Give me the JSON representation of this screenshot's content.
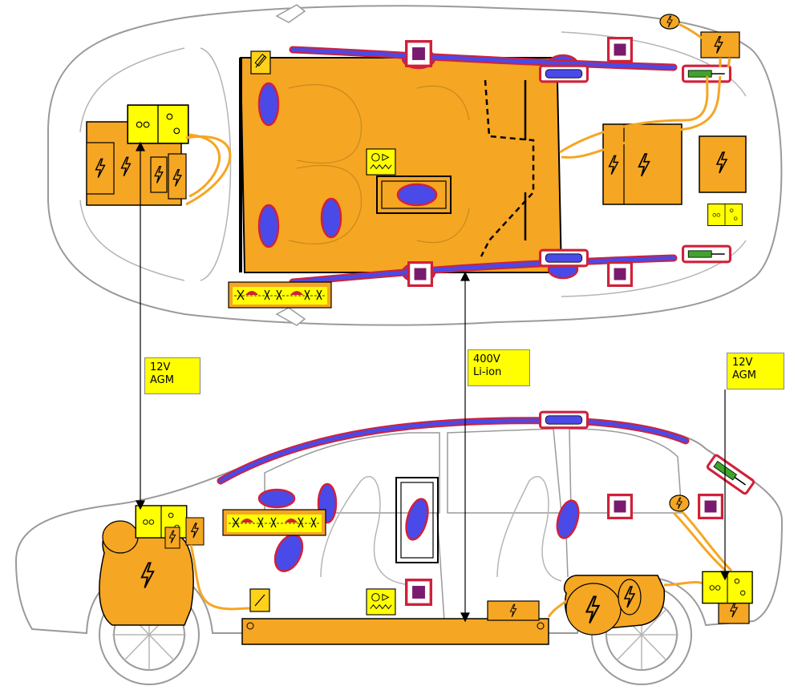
{
  "labels": {
    "left_battery": "12V\nAGM",
    "hv_battery": "400V\nLi-ion",
    "right_battery": "12V\nAGM"
  },
  "colors": {
    "hv_orange": "#f5a623",
    "airbag_blue": "#4a4ae8",
    "airbag_red": "#d0213a",
    "label_yellow": "#ffff00",
    "control_purple": "#7a1a6e",
    "gas_green": "#3ea52a",
    "outline_grey": "#9a9a9a"
  },
  "icons": [
    "lightning-icon",
    "battery-icon",
    "airbag-icon",
    "seatbelt-tensioner-icon",
    "gas-strut-icon",
    "control-unit-icon",
    "fuse-icon"
  ]
}
